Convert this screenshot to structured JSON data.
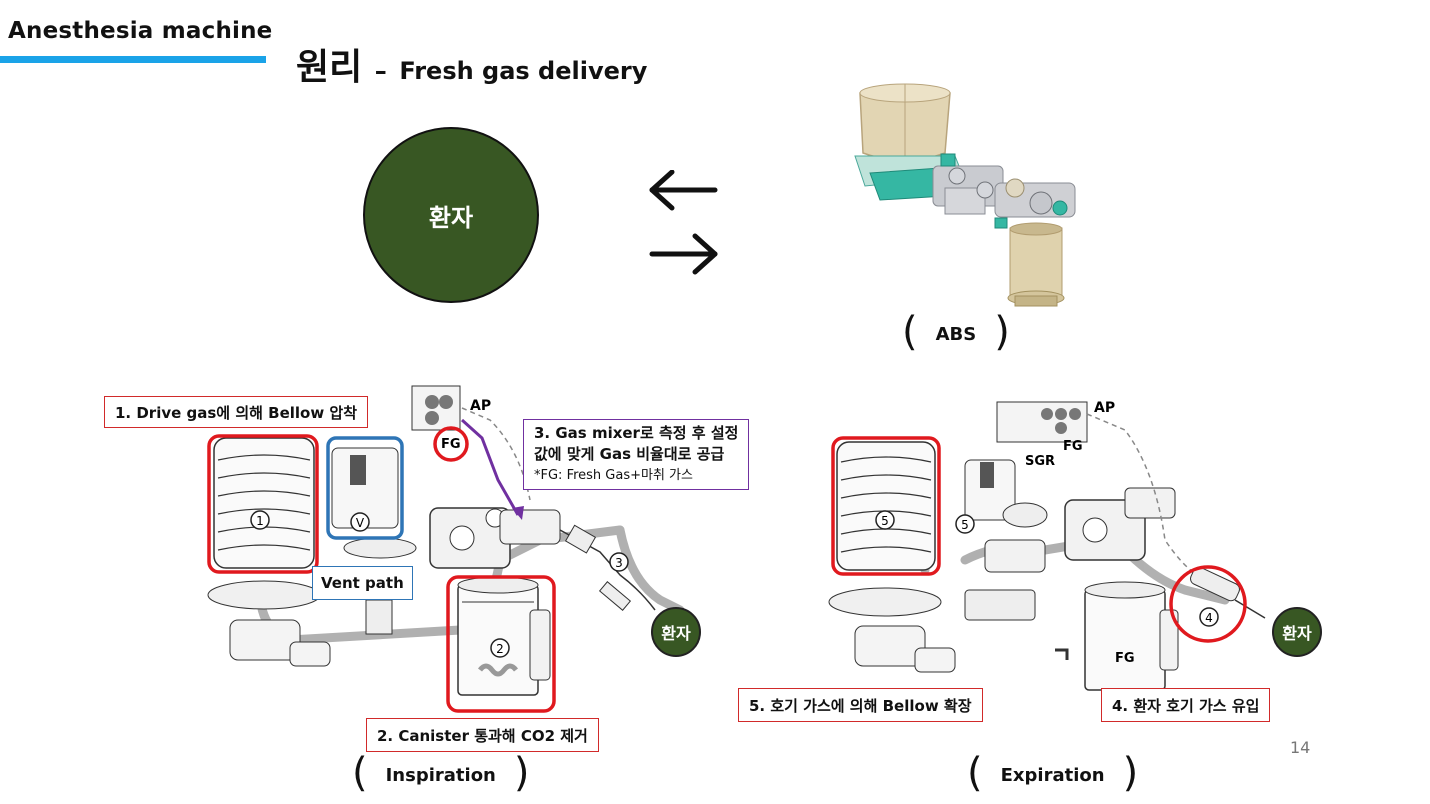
{
  "header": {
    "section_title": "Anesthesia machine",
    "accent_color": "#1aa3e8"
  },
  "slide": {
    "title_main": "원리",
    "title_dash": "–",
    "title_sub": "Fresh gas delivery",
    "page_number": "14"
  },
  "patient_label": "환자",
  "abs_label": "ABS",
  "diagrams": {
    "inspiration": {
      "label": "Inspiration",
      "callout_1": "1. Drive gas에 의해 Bellow 압착",
      "callout_2": "2. Canister 통과해 CO2 제거",
      "callout_3_line1": "3. Gas mixer로 측정 후 설정",
      "callout_3_line2": "값에 맞게 Gas 비율대로 공급",
      "callout_3_note": "*FG: Fresh Gas+마취 가스",
      "vent_path": "Vent path",
      "marker_1": "1",
      "marker_2": "2",
      "marker_3": "3",
      "marker_v": "V",
      "tag_ap": "AP",
      "tag_fg": "FG"
    },
    "expiration": {
      "label": "Expiration",
      "callout_5": "5. 호기 가스에 의해 Bellow 확장",
      "callout_4": "4. 환자 호기 가스 유입",
      "marker_5": "5",
      "marker_4": "4",
      "tag_ap": "AP",
      "tag_fg": "FG",
      "tag_sgr": "SGR",
      "tag_fg_lower": "FG"
    }
  },
  "colors": {
    "patient_green": "#385723",
    "highlight_red": "#e0191e",
    "highlight_blue": "#2e75b6",
    "flow_purple": "#7030a0"
  }
}
